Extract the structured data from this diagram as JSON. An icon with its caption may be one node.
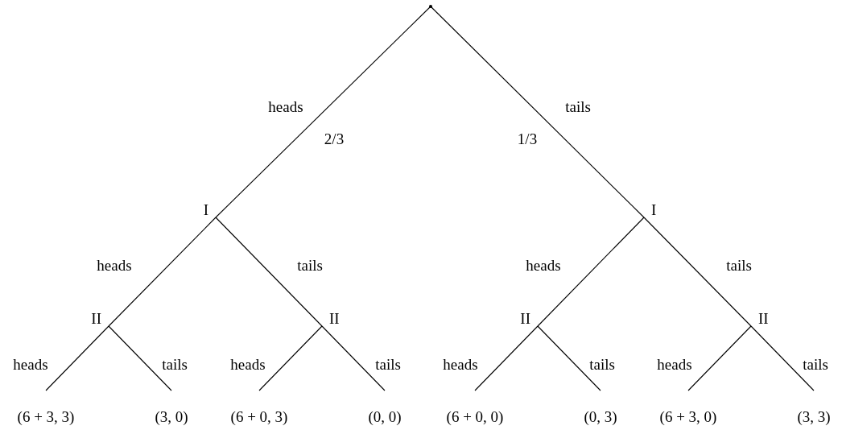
{
  "diagram": {
    "nodes": [
      {
        "text": [],
        "shape": "point"
      },
      {
        "text": [
          "I"
        ]
      },
      {
        "text": [
          "I"
        ]
      },
      {
        "text": [
          "II"
        ]
      },
      {
        "text": [
          "II"
        ]
      },
      {
        "text": [
          "II"
        ]
      },
      {
        "text": [
          "II"
        ]
      },
      {
        "text": [
          "(6 + 3, 3)"
        ]
      },
      {
        "text": [
          "(3, 0)"
        ]
      },
      {
        "text": [
          "(6 + 0, 3)"
        ]
      },
      {
        "text": [
          "(0, 0)"
        ]
      },
      {
        "text": [
          "(6 + 0, 0)"
        ]
      },
      {
        "text": [
          "(0, 3)"
        ]
      },
      {
        "text": [
          "(6 + 3, 0)"
        ]
      },
      {
        "text": [
          "(3, 3)"
        ]
      }
    ],
    "edges": [
      {
        "from": 0,
        "to": 1,
        "arrow": "none",
        "label": "heads"
      },
      {
        "from": 0,
        "to": 2,
        "arrow": "none",
        "label": "tails"
      },
      {
        "from": 1,
        "to": 3,
        "arrow": "none",
        "label": "heads"
      },
      {
        "from": 1,
        "to": 4,
        "arrow": "none",
        "label": "tails"
      },
      {
        "from": 2,
        "to": 5,
        "arrow": "none",
        "label": "heads"
      },
      {
        "from": 2,
        "to": 6,
        "arrow": "none",
        "label": "tails"
      },
      {
        "from": 3,
        "to": 7,
        "arrow": "none",
        "label": "heads"
      },
      {
        "from": 3,
        "to": 8,
        "arrow": "none",
        "label": "tails"
      },
      {
        "from": 4,
        "to": 9,
        "arrow": "none",
        "label": "heads"
      },
      {
        "from": 4,
        "to": 10,
        "arrow": "none",
        "label": "tails"
      },
      {
        "from": 5,
        "to": 11,
        "arrow": "none",
        "label": "heads"
      },
      {
        "from": 5,
        "to": 12,
        "arrow": "none",
        "label": "tails"
      },
      {
        "from": 6,
        "to": 13,
        "arrow": "none",
        "label": "heads"
      },
      {
        "from": 6,
        "to": 14,
        "arrow": "none",
        "label": "tails"
      }
    ],
    "labels": [
      "2/3",
      "1/3"
    ]
  }
}
